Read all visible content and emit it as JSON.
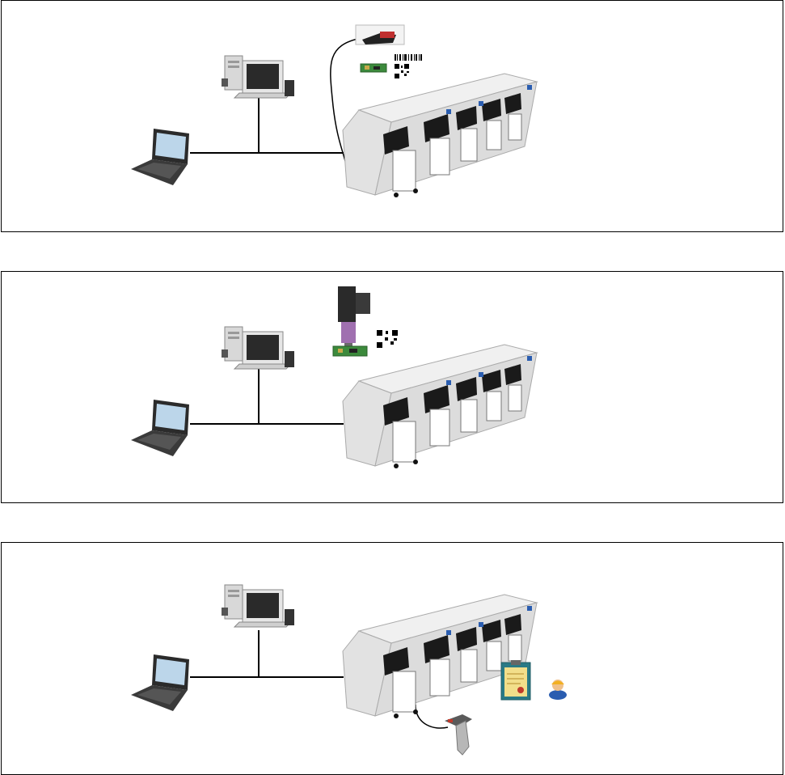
{
  "panels": [
    {
      "id": "panel-1",
      "reader": "fixed-barcode-scanner",
      "label_type": "barcode-and-2d-code",
      "extras": []
    },
    {
      "id": "panel-2",
      "reader": "inline-2d-code-reader",
      "label_type": "2d-code",
      "extras": []
    },
    {
      "id": "panel-3",
      "reader": "handheld-barcode-scanner",
      "label_type": "none",
      "extras": [
        "clipboard-document-icon",
        "operator-icon"
      ]
    }
  ],
  "icons": [
    "server-pc-icon",
    "laptop-icon",
    "smt-production-line-icon",
    "pcb-board-icon",
    "qr-code-icon",
    "barcode-icon",
    "handheld-scanner-icon",
    "clipboard-document-icon",
    "operator-icon"
  ],
  "colors": {
    "line": "#000000",
    "machine_body": "#e8e8e8",
    "machine_dark": "#1a1a1a",
    "pcb": "#3c8a3c",
    "screen": "#bcd6ea",
    "accent_blue": "#2a5db0",
    "clipboard": "#2a7a86",
    "doc_paper": "#f2de8a"
  }
}
